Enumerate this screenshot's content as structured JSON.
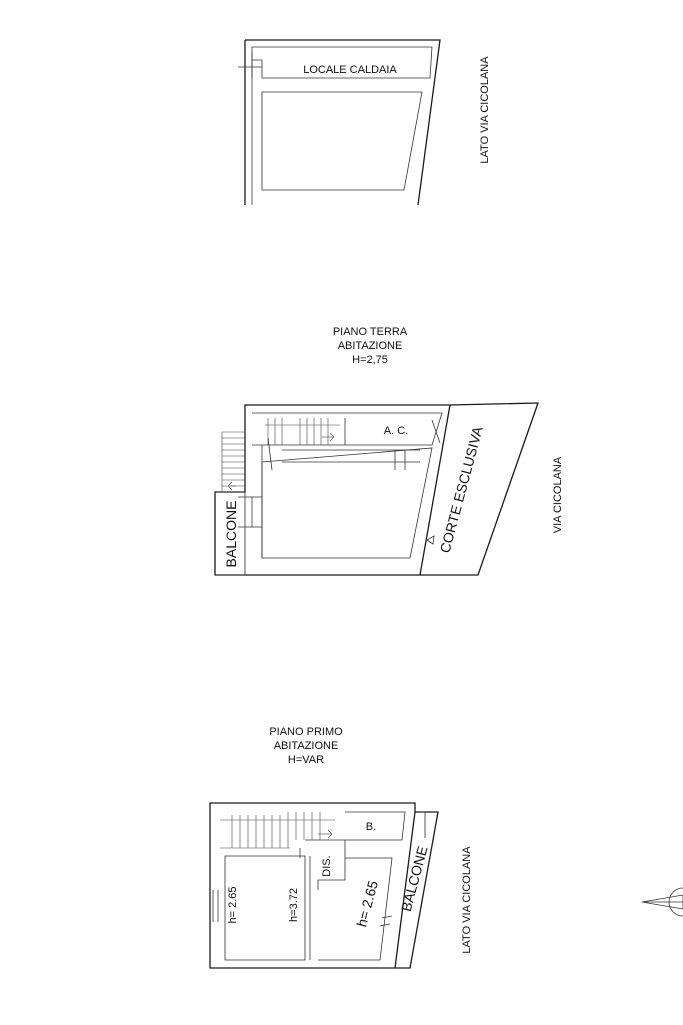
{
  "basement": {
    "room_label": "LOCALE CALDAIA",
    "side_label": "LATO VIA CICOLANA"
  },
  "ground_floor": {
    "title": "PIANO TERRA",
    "subtitle": "ABITAZIONE",
    "height": "H=2,75",
    "ac_label": "A. C.",
    "balcony_label": "BALCONE",
    "court_label": "CORTE ESCLUSIVA",
    "street_label": "VIA CICOLANA"
  },
  "first_floor": {
    "title": "PIANO PRIMO",
    "subtitle": "ABITAZIONE",
    "height": "H=VAR",
    "bath_label": "B.",
    "dis_label": "DIS.",
    "h_left": "h= 2.65",
    "h_mid": "h=3.72",
    "h_right": "h= 2.65",
    "balcony_label": "BALCONE",
    "side_label": "LATO VIA CICOLANA"
  }
}
